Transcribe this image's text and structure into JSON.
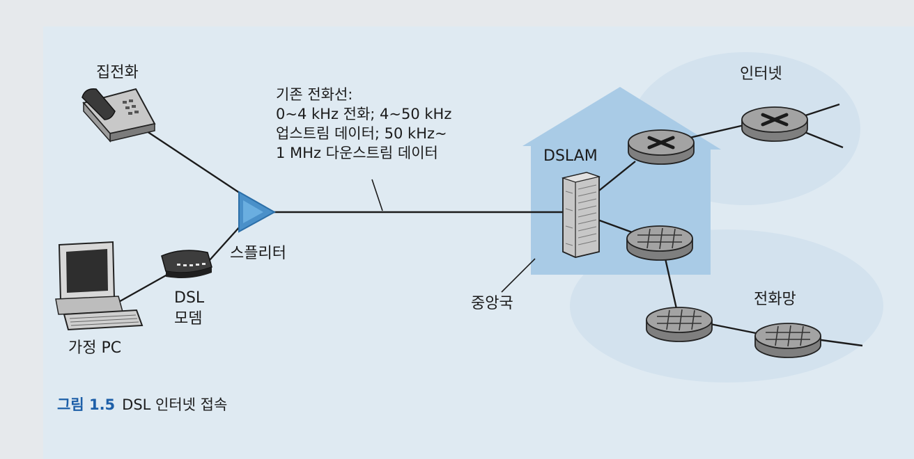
{
  "labels": {
    "home_phone": "집전화",
    "home_pc": "가정 PC",
    "dsl_modem_line1": "DSL",
    "dsl_modem_line2": "모뎀",
    "splitter": "스플리터",
    "line_note": [
      "기존 전화선:",
      "0~4 kHz 전화; 4~50 kHz",
      "업스트림 데이터; 50 kHz~",
      "1 MHz 다운스트림 데이터"
    ],
    "dslam": "DSLAM",
    "central_office": "중앙국",
    "internet": "인터넷",
    "phone_network": "전화망"
  },
  "caption": {
    "figure_number": "그림 1.5",
    "title": "DSL 인터넷 접속"
  },
  "colors": {
    "background": "#dfeaf2",
    "central_office_fill": "#a9cbe6",
    "cloud": "#d3e2ee",
    "splitter": "#4a90c9",
    "router_body": "#9a9a9a",
    "caption_accent": "#1d5fa8"
  },
  "icons": {
    "telephone": "telephone-icon",
    "computer": "desktop-computer-icon",
    "modem": "dsl-modem-icon",
    "splitter": "splitter-triangle-icon",
    "dslam": "dslam-rack-icon",
    "router": "router-icon",
    "switch": "telephone-switch-icon"
  }
}
